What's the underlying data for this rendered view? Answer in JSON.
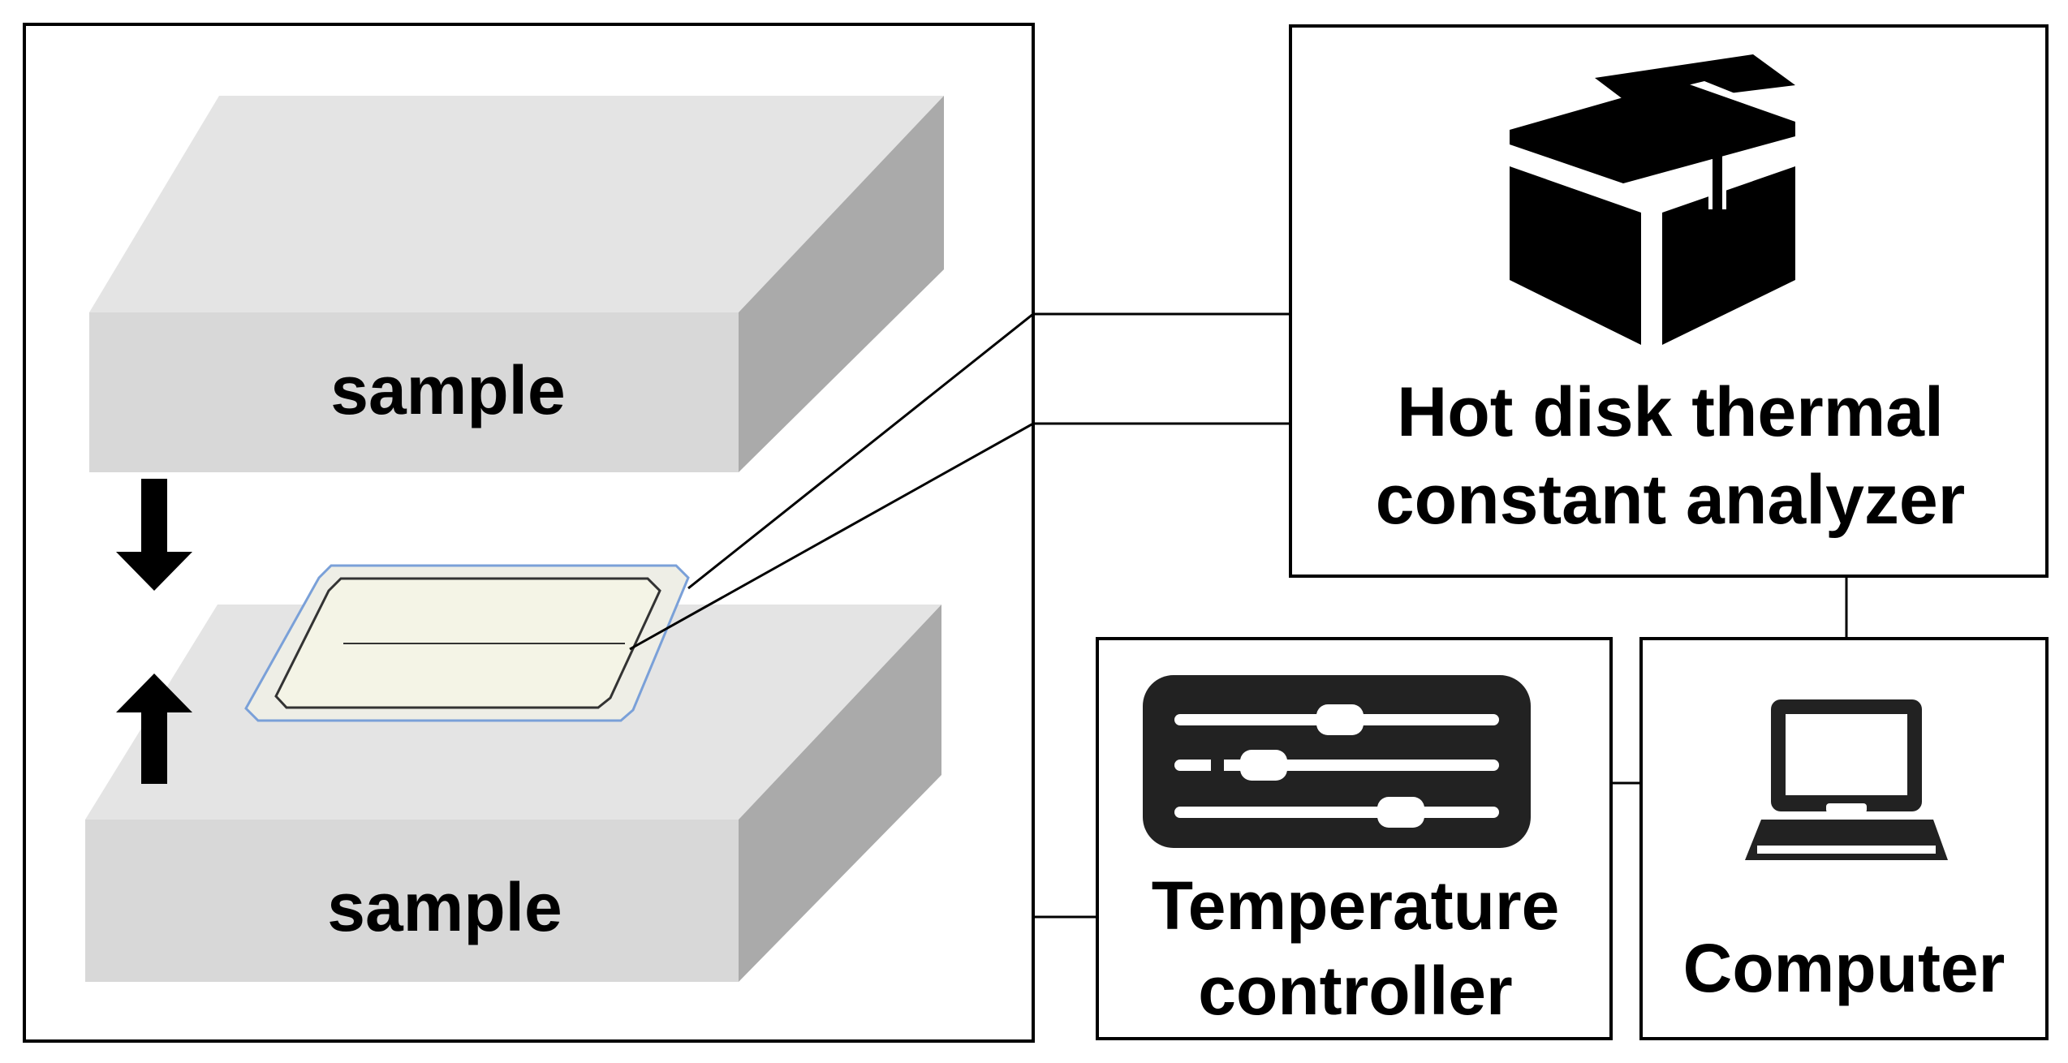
{
  "left_panel": {
    "top_sample_label": "sample",
    "bottom_sample_label": "sample"
  },
  "analyzer": {
    "line1": "Hot disk thermal",
    "line2": "constant analyzer",
    "icon": "package-box-icon"
  },
  "temperature_controller": {
    "line1": "Temperature",
    "line2": "controller",
    "icon": "sliders-icon"
  },
  "computer": {
    "label": "Computer",
    "icon": "laptop-icon"
  },
  "colors": {
    "block_top": "#e4e4e4",
    "block_front": "#d8d8d8",
    "block_side": "#aaaaaa",
    "sensor_fill": "#eeeee6",
    "sensor_border": "#7aa0d8",
    "icon": "#000000"
  }
}
